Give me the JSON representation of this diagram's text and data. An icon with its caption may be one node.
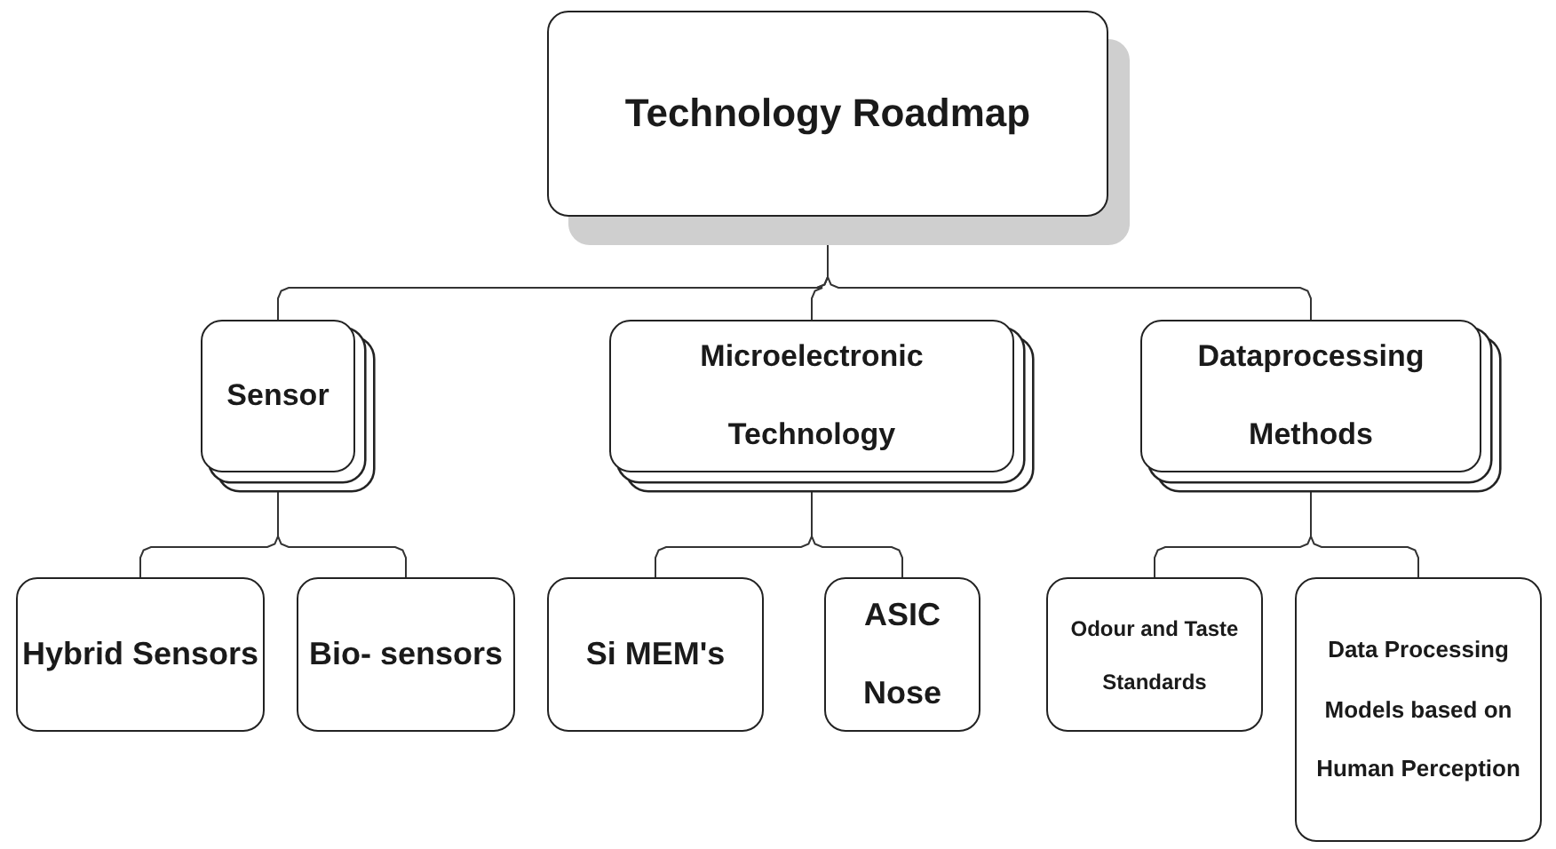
{
  "diagram": {
    "nodes": [
      {
        "text": [
          "Technology Roadmap"
        ]
      },
      {
        "text": [
          "Sensor"
        ]
      },
      {
        "text": [
          "Microelectronic Technology"
        ]
      },
      {
        "text": [
          "Dataprocessing Methods"
        ]
      },
      {
        "text": [
          "Hybrid Sensors"
        ]
      },
      {
        "text": [
          "Bio- sensors"
        ]
      },
      {
        "text": [
          "Si MEM's"
        ]
      },
      {
        "text": [
          "ASIC Nose"
        ]
      },
      {
        "text": [
          "Odour and Taste Standards"
        ]
      },
      {
        "text": [
          "Data Processing Models based on Human Perception"
        ]
      }
    ],
    "edges": [
      {
        "from": 0,
        "to": 1,
        "arrow": "none"
      },
      {
        "from": 0,
        "to": 2,
        "arrow": "none"
      },
      {
        "from": 0,
        "to": 3,
        "arrow": "none"
      },
      {
        "from": 1,
        "to": 4,
        "arrow": "none"
      },
      {
        "from": 1,
        "to": 5,
        "arrow": "none"
      },
      {
        "from": 2,
        "to": 6,
        "arrow": "none"
      },
      {
        "from": 2,
        "to": 7,
        "arrow": "none"
      },
      {
        "from": 3,
        "to": 8,
        "arrow": "none"
      },
      {
        "from": 3,
        "to": 9,
        "arrow": "none"
      }
    ]
  }
}
